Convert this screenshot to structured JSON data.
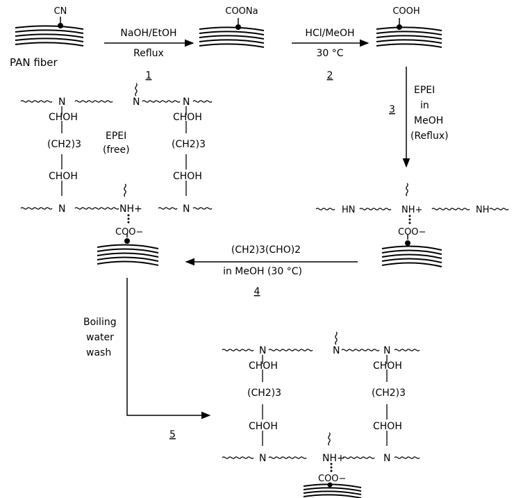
{
  "starting_material": {
    "group": "CN",
    "label": "PAN fiber"
  },
  "step1": {
    "reagent": "NaOH/EtOH",
    "condition": "Reflux",
    "number": "1",
    "product_group": "COONa"
  },
  "step2": {
    "reagent": "HCl/MeOH",
    "condition": "30 °C",
    "number": "2",
    "product_group": "COOH"
  },
  "step3": {
    "number": "3",
    "reagent_lines": [
      "EPEI",
      "in",
      "MeOH",
      "(Reflux)"
    ]
  },
  "step4": {
    "reagent": "(CH2)3(CHO)2",
    "condition": "in MeOH (30 °C)",
    "number": "4"
  },
  "step5": {
    "number": "5",
    "condition_lines": [
      "Boiling",
      "water",
      "wash"
    ]
  },
  "free_epei": {
    "lines": [
      "EPEI",
      "(free)"
    ]
  },
  "labels": {
    "n": "N",
    "hn": "HN",
    "nh": "NH",
    "nh_plus": "NH+",
    "coo_minus": "COO−",
    "chohh": "CHOH",
    "ch2_3": "(CH2)3"
  }
}
